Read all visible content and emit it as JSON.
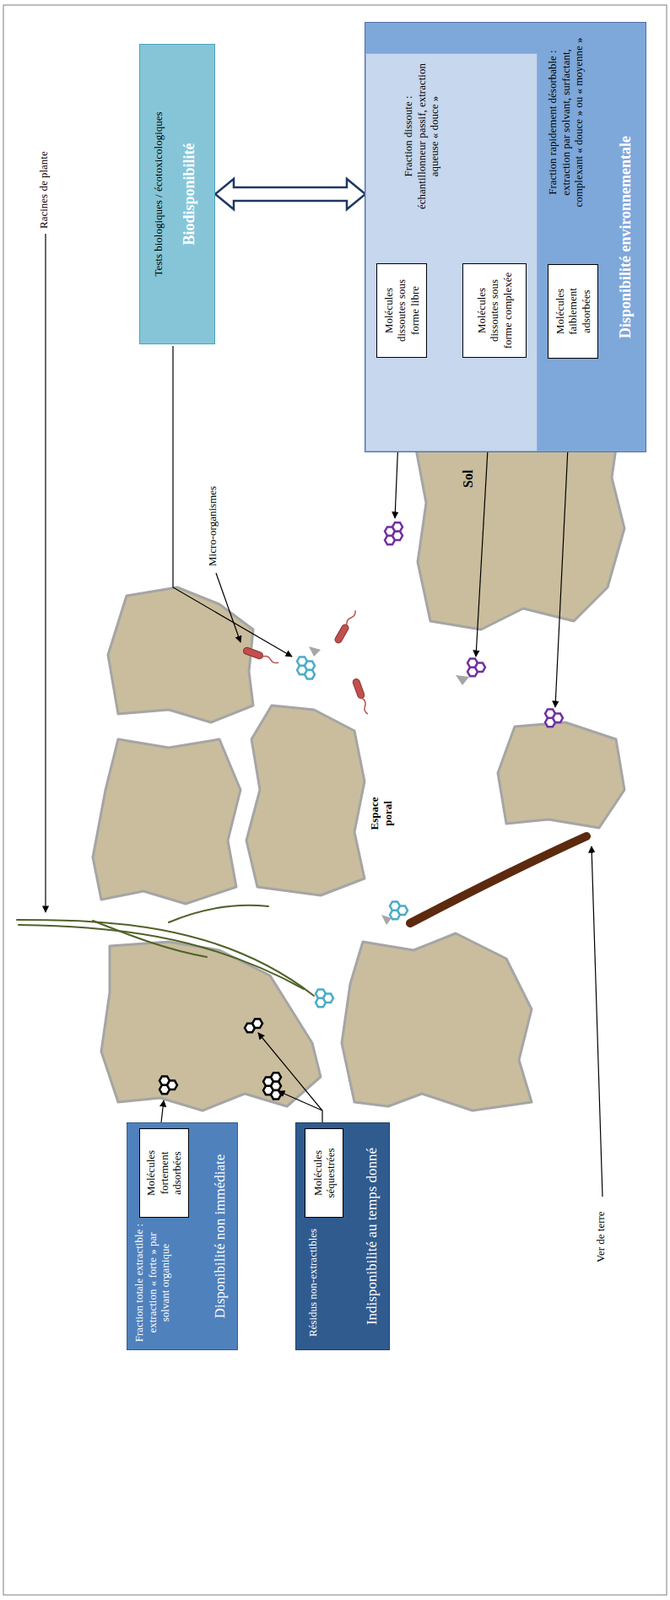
{
  "diagram": {
    "nodes": [
      {
        "text": [
          "Fraction totale extractible : extraction « forte » par solvant organique",
          "Disponibilité non immédiate"
        ]
      },
      {
        "text": [
          "Molécules fortement adsorbées"
        ],
        "in": 0
      },
      {
        "text": [
          "Résidus non-extractibles",
          "Indisponibilité au temps donné"
        ]
      },
      {
        "text": [
          "Molécules séquestrées"
        ],
        "in": 2
      },
      {
        "text": [
          "Tests biologiques / écotoxicologiques",
          "Biodisponibilité"
        ]
      },
      {
        "text": [
          "Fraction rapidement désorbable : extraction par solvant, surfactant, complexant « douce » ou « moyenne »",
          "Disponibilité environnementale"
        ]
      },
      {
        "text": [
          "Fraction dissoute : échantillonneur passif, extraction aqueuse « douce »"
        ],
        "in": 5
      },
      {
        "text": [
          "Molécules dissoutes sous forme libre"
        ],
        "in": 6
      },
      {
        "text": [
          "Molécules dissoutes sous forme complexée"
        ],
        "in": 6
      },
      {
        "text": [
          "Molécules faiblement adsorbées"
        ],
        "in": 5
      }
    ],
    "edges": [
      {
        "from": 4,
        "to": 6,
        "arrow": "both"
      }
    ],
    "labels": [
      "Racines de plante",
      "Micro-organismes",
      "Sol",
      "Espace poral",
      "Ver de terre"
    ]
  }
}
